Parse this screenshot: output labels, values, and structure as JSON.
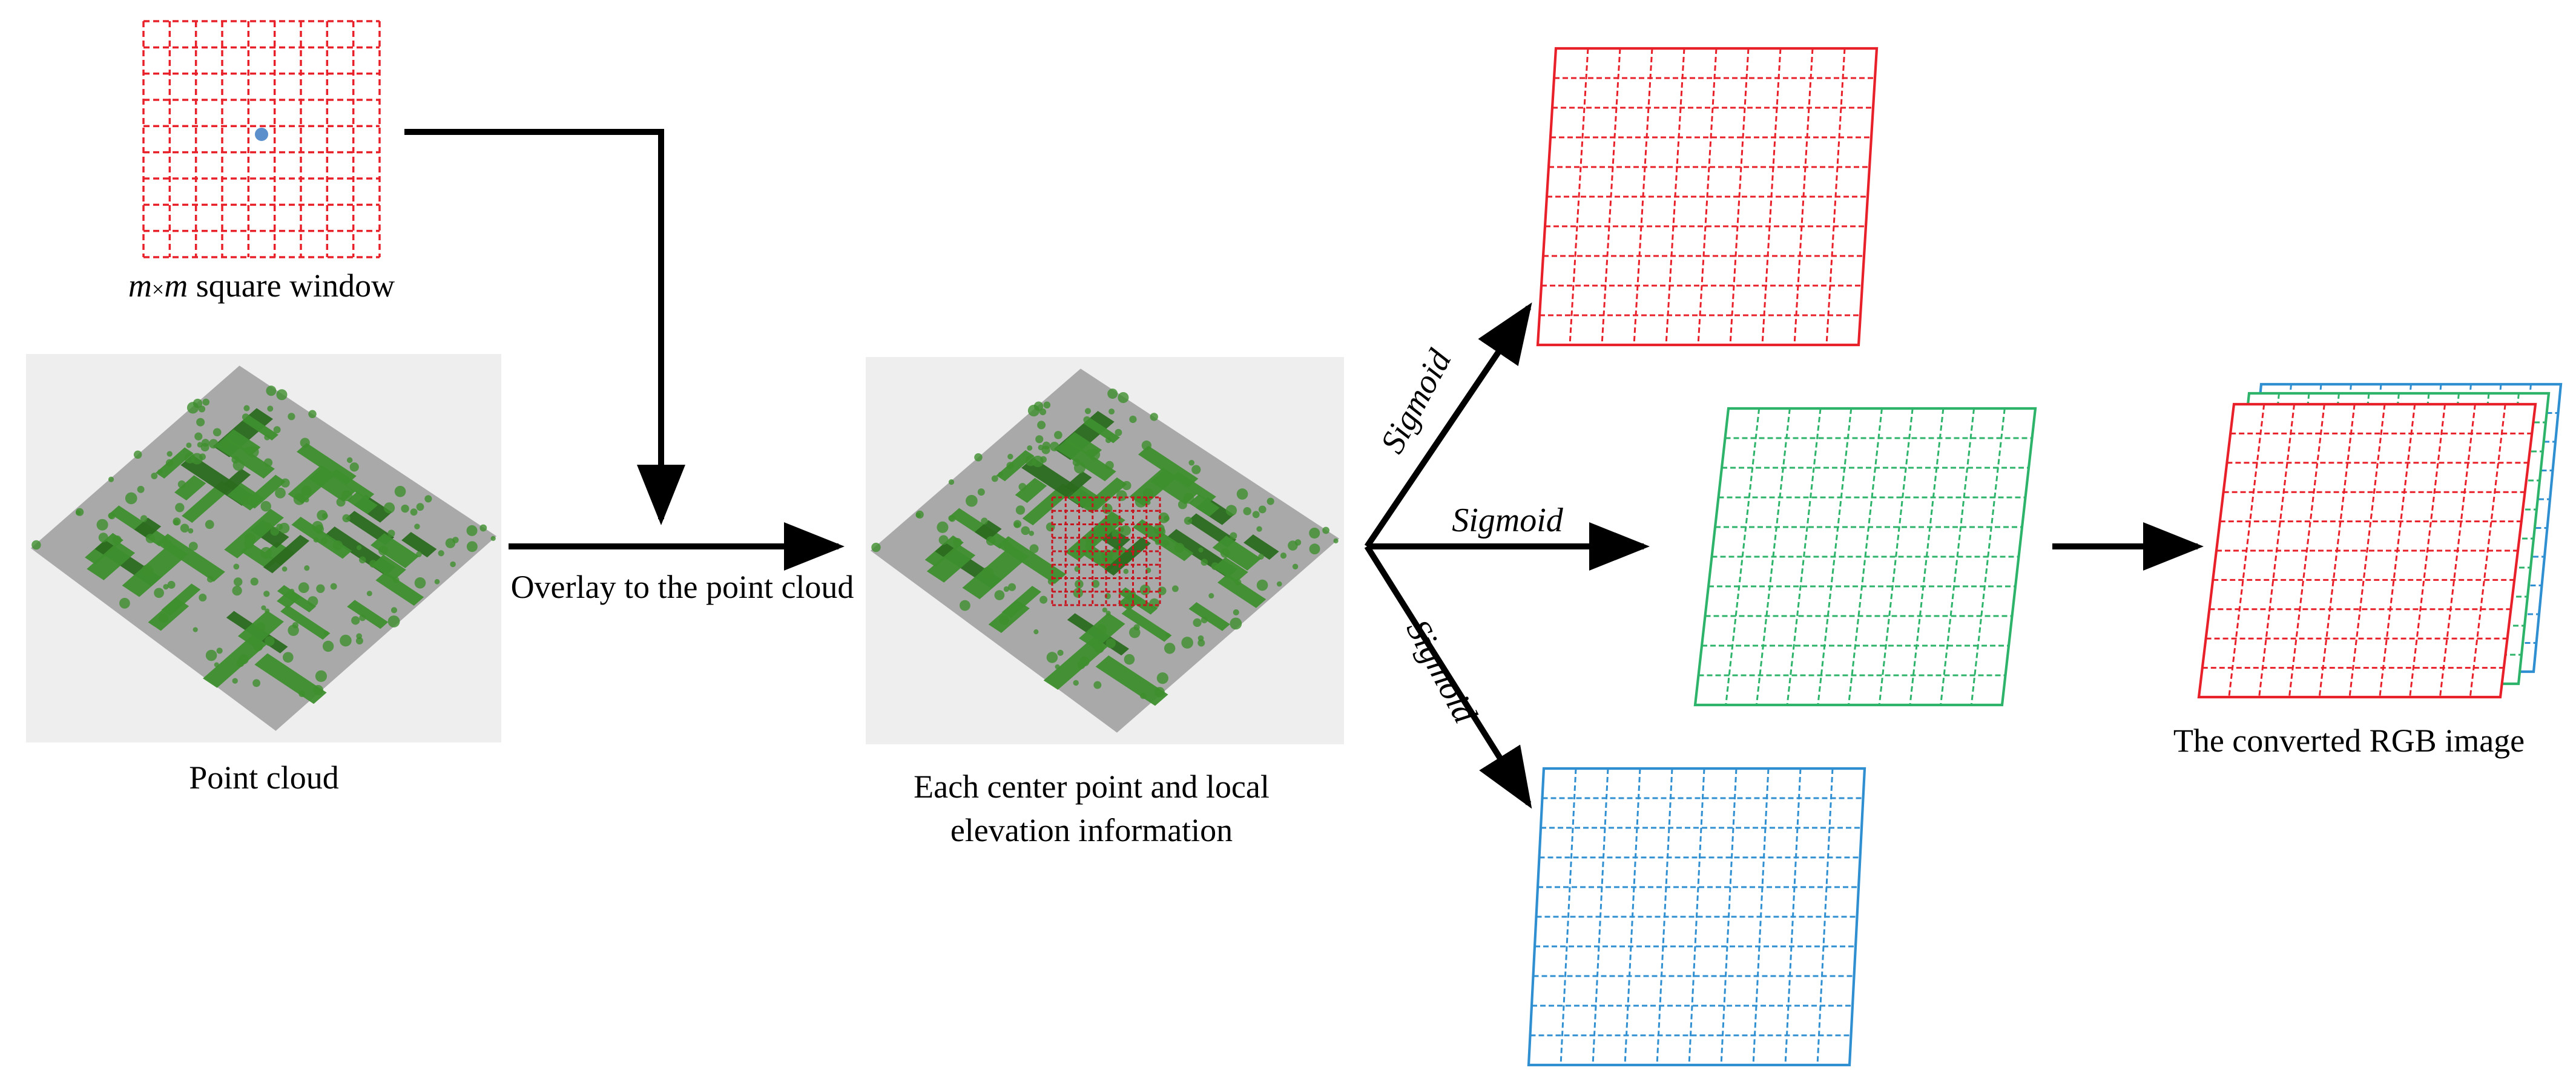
{
  "labels": {
    "window_m1": "m",
    "window_times": "×",
    "window_m2": "m",
    "window_rest": " square window",
    "point_cloud": "Point cloud",
    "overlay": "Overlay to the point cloud",
    "center_line1": "Each center point and local",
    "center_line2": "elevation information",
    "sigmoid_up": "Sigmoid",
    "sigmoid_mid": "Sigmoid",
    "sigmoid_down": "Sigmoid",
    "rgb": "The converted RGB image"
  },
  "colors": {
    "red_grid": "#e8202a",
    "green_grid": "#2db36a",
    "blue_grid": "#2f8fd0",
    "center_dot": "#5b8fcc",
    "building": "#3e8f2e",
    "building_dark": "#2b6b1f",
    "ground": "#a9a9a9",
    "panel_bg": "#eeeeee",
    "arrow": "#000000"
  },
  "icons": {
    "point_cloud": "aerial-lidar-point-cloud-image",
    "window": "dashed-square-grid-window",
    "channel_grids": "parallelogram-grid-icon"
  }
}
